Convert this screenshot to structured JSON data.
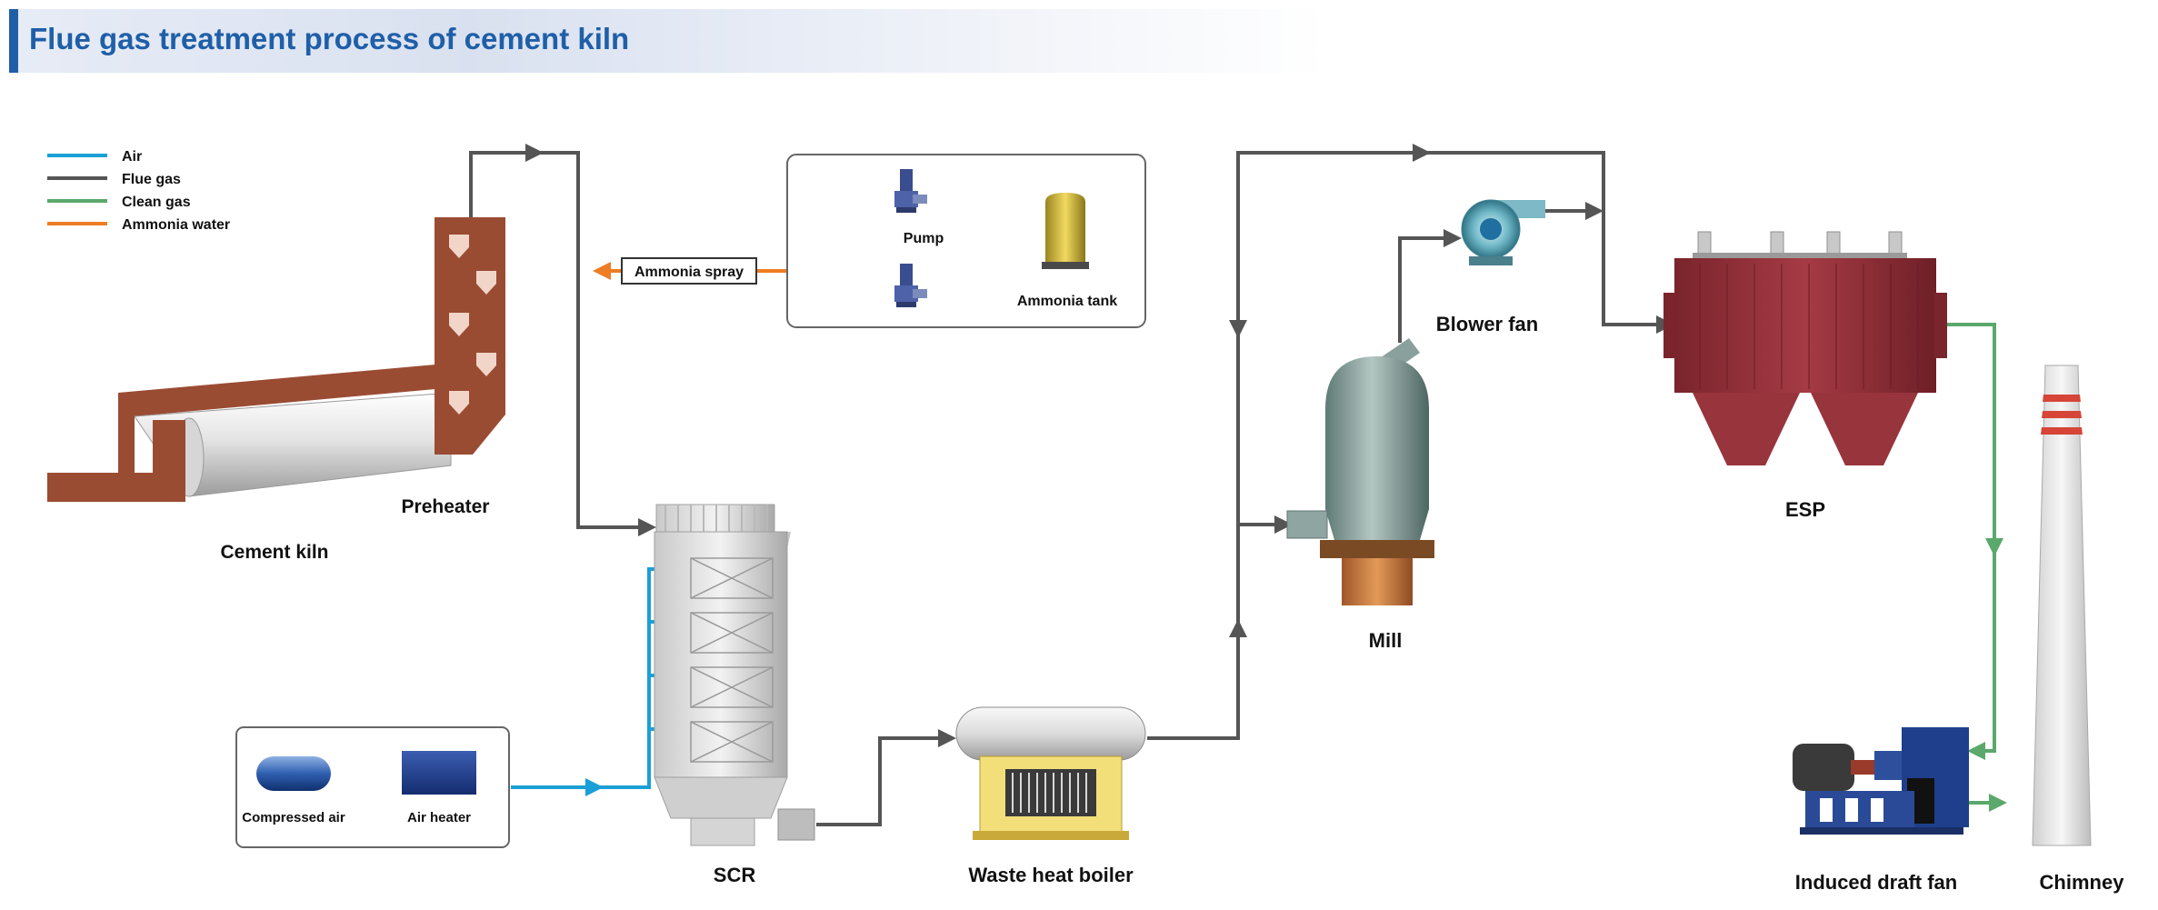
{
  "title": "Flue gas treatment process of cement kiln",
  "legend": [
    {
      "label": "Air",
      "color": "#1aa0d6"
    },
    {
      "label": "Flue gas",
      "color": "#555555"
    },
    {
      "label": "Clean gas",
      "color": "#5aa86b"
    },
    {
      "label": "Ammonia water",
      "color": "#ee7d23"
    }
  ],
  "equipment": {
    "cement_kiln": "Cement kiln",
    "preheater": "Preheater",
    "ammonia_spray": "Ammonia spray",
    "pump": "Pump",
    "ammonia_tank": "Ammonia tank",
    "scr": "SCR",
    "compressed_air": "Compressed air",
    "air_heater": "Air heater",
    "waste_heat_boiler": "Waste heat boiler",
    "mill": "Mill",
    "blower_fan": "Blower fan",
    "esp": "ESP",
    "induced_draft_fan": "Induced draft fan",
    "chimney": "Chimney"
  },
  "colors": {
    "accent": "#1f5fa8",
    "air": "#1aa0d6",
    "flue_gas": "#555555",
    "clean_gas": "#5aa86b",
    "ammonia_water": "#ee7d23",
    "kiln_brown": "#9a4c33",
    "esp_red": "#98343c"
  }
}
